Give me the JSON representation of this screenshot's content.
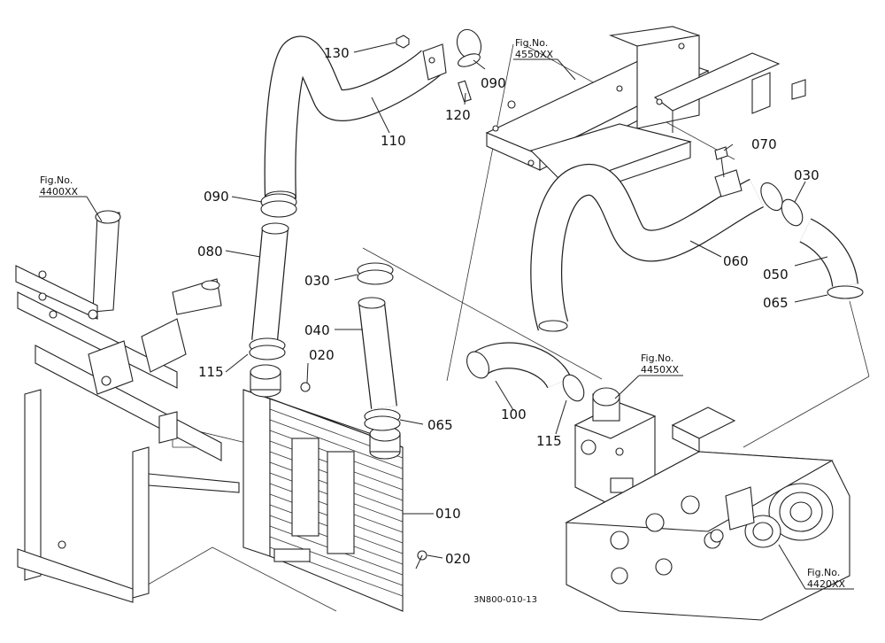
{
  "parts": {
    "p130": "130",
    "p090a": "090",
    "p090b": "090",
    "p120": "120",
    "p110": "110",
    "p080": "080",
    "p030a": "030",
    "p030b": "030",
    "p040": "040",
    "p115a": "115",
    "p115b": "115",
    "p020a": "020",
    "p020b": "020",
    "p065a": "065",
    "p065b": "065",
    "p010": "010",
    "p100": "100",
    "p060": "060",
    "p050": "050",
    "p070": "070"
  },
  "figs": {
    "f4550": {
      "caption": "Fig.No.",
      "number": "4550XX"
    },
    "f4400": {
      "caption": "Fig.No.",
      "number": "4400XX"
    },
    "f4450": {
      "caption": "Fig.No.",
      "number": "4450XX"
    },
    "f4420": {
      "caption": "Fig.No.",
      "number": "4420XX"
    }
  },
  "drawing_number": "3N800-010-13"
}
